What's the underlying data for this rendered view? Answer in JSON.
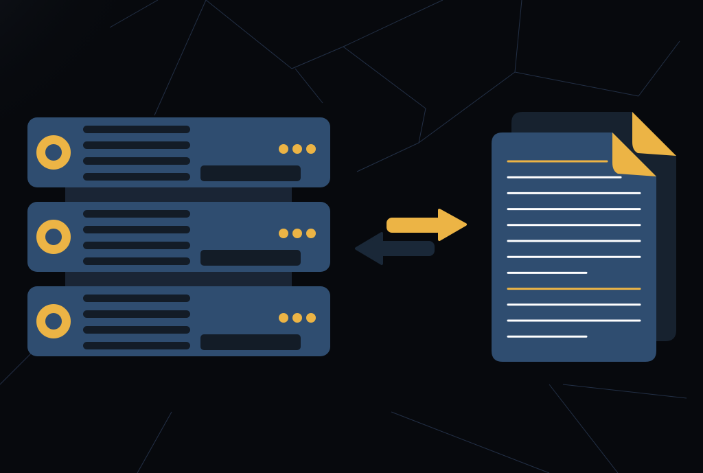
{
  "colors": {
    "background": "#07090d",
    "panel": "#2f4d70",
    "slot": "#131c27",
    "accent": "#ecb445",
    "back_document": "#17222f",
    "back_arrow": "#1a2838",
    "doc_line": "#ffffff",
    "network_line": "#2a3a55"
  },
  "server": {
    "units": 3,
    "indicator_dots": 3
  },
  "arrows": [
    {
      "direction": "right",
      "color_key": "accent"
    },
    {
      "direction": "left",
      "color_key": "back_arrow"
    }
  ],
  "document": {
    "lines": [
      {
        "color_key": "accent",
        "length": "short"
      },
      {
        "color_key": "doc_line",
        "length": "medium"
      },
      {
        "color_key": "doc_line",
        "length": "full"
      },
      {
        "color_key": "doc_line",
        "length": "full"
      },
      {
        "color_key": "doc_line",
        "length": "full"
      },
      {
        "color_key": "doc_line",
        "length": "full"
      },
      {
        "color_key": "doc_line",
        "length": "full"
      },
      {
        "color_key": "doc_line",
        "length": "half"
      },
      {
        "color_key": "accent",
        "length": "full"
      },
      {
        "color_key": "doc_line",
        "length": "full"
      },
      {
        "color_key": "doc_line",
        "length": "full"
      },
      {
        "color_key": "doc_line",
        "length": "half"
      }
    ]
  }
}
